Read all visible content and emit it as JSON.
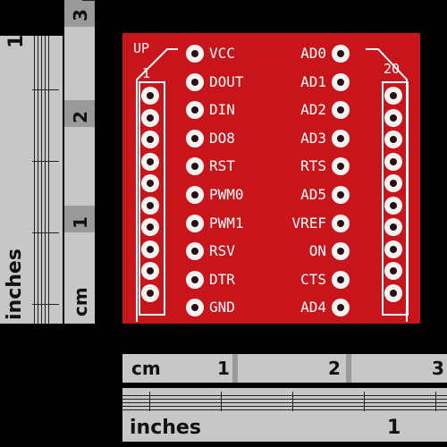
{
  "board": {
    "corner_label": "UP",
    "left_header_number": "1",
    "right_header_number": "20",
    "pins_left": [
      "VCC",
      "DOUT",
      "DIN",
      "DO8",
      "RST",
      "PWM0",
      "PWM1",
      "RSV",
      "DTR",
      "GND"
    ],
    "pins_right": [
      "AD0",
      "AD1",
      "AD2",
      "AD3",
      "RTS",
      "AD5",
      "VREF",
      "ON",
      "CTS",
      "AD4"
    ]
  },
  "rulers": {
    "left_inches": {
      "label": "inches",
      "marks": [
        "1"
      ]
    },
    "left_cm": {
      "label": "cm",
      "marks": [
        "3",
        "2",
        "1"
      ]
    },
    "bottom_cm": {
      "label": "cm",
      "marks": [
        "1",
        "2",
        "3"
      ]
    },
    "bottom_inches": {
      "label": "inches",
      "marks": [
        "1"
      ]
    }
  },
  "colors": {
    "board": "#c8141b",
    "silkscreen": "#ffffff",
    "ruler_light": "#c7c7c7",
    "ruler_dark": "#9a9a9a",
    "background": "#000000"
  }
}
